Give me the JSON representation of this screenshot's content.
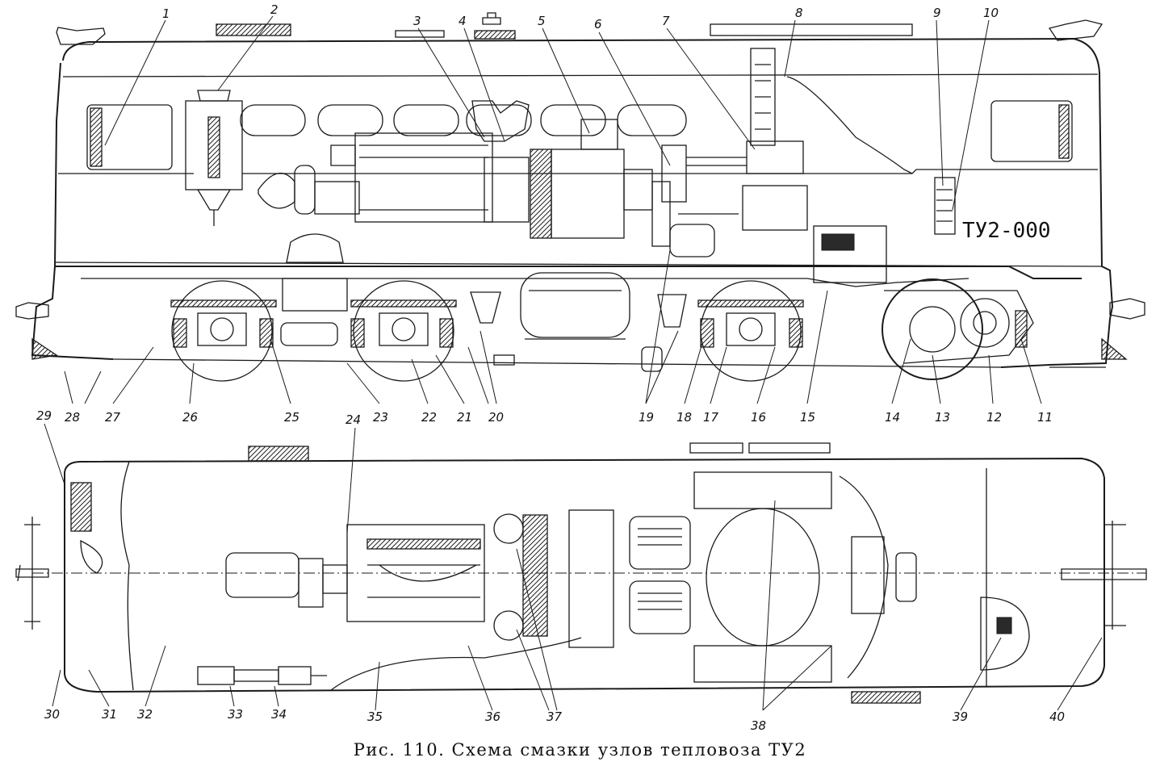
{
  "caption": "Рис. 110. Схема смазки узлов тепловоза ТУ2",
  "cab_marking": "ТУ2-000",
  "callouts": [
    "1",
    "2",
    "3",
    "4",
    "5",
    "6",
    "7",
    "8",
    "9",
    "10",
    "11",
    "12",
    "13",
    "14",
    "15",
    "16",
    "17",
    "18",
    "19",
    "20",
    "21",
    "22",
    "23",
    "24",
    "25",
    "26",
    "27",
    "28",
    "29",
    "30",
    "31",
    "32",
    "33",
    "34",
    "35",
    "36",
    "37",
    "38",
    "39",
    "40"
  ]
}
